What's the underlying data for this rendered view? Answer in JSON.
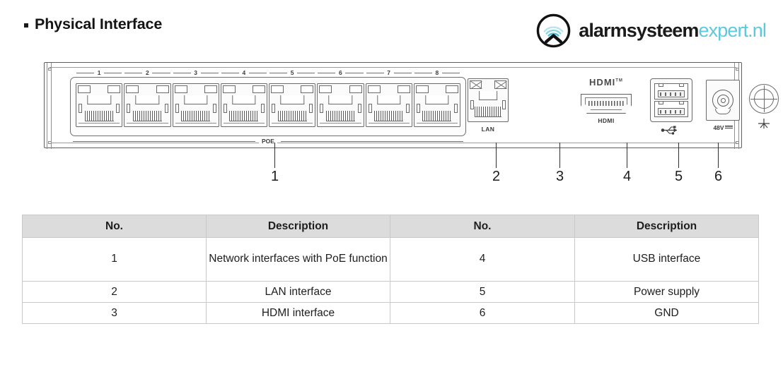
{
  "header": {
    "title": "Physical Interface",
    "bullet_icon": "square-bullet-icon"
  },
  "logo": {
    "mark_icon": "wifi-signal-circle-logo-icon",
    "name_dark": "alarmsysteem",
    "name_teal": "expert.nl",
    "teal_color": "#5ec8dc",
    "dark_color": "#1b1b1b"
  },
  "device": {
    "poe_ports": [
      {
        "number": "1"
      },
      {
        "number": "2"
      },
      {
        "number": "3"
      },
      {
        "number": "4"
      },
      {
        "number": "5"
      },
      {
        "number": "6"
      },
      {
        "number": "7"
      },
      {
        "number": "8"
      }
    ],
    "poe_group_label": "POE",
    "connectors": [
      {
        "id": "lan",
        "caption": "LAN"
      },
      {
        "id": "hdmi",
        "caption": "HDMI",
        "top_label": "HDMI",
        "trademark": "TM"
      },
      {
        "id": "usb",
        "caption": "usb-trident-icon"
      },
      {
        "id": "power",
        "caption": "48V",
        "dc_symbol": "dc-icon"
      },
      {
        "id": "gnd",
        "caption": "ground-icon"
      }
    ]
  },
  "callouts": [
    {
      "number": "1"
    },
    {
      "number": "2"
    },
    {
      "number": "3"
    },
    {
      "number": "4"
    },
    {
      "number": "5"
    },
    {
      "number": "6"
    }
  ],
  "table": {
    "headers": [
      "No.",
      "Description",
      "No.",
      "Description"
    ],
    "rows": [
      {
        "no_left": "1",
        "desc_left": "Network interfaces with PoE function",
        "no_right": "4",
        "desc_right": "USB interface"
      },
      {
        "no_left": "2",
        "desc_left": "LAN interface",
        "no_right": "5",
        "desc_right": "Power supply"
      },
      {
        "no_left": "3",
        "desc_left": "HDMI interface",
        "no_right": "6",
        "desc_right": "GND"
      }
    ]
  }
}
